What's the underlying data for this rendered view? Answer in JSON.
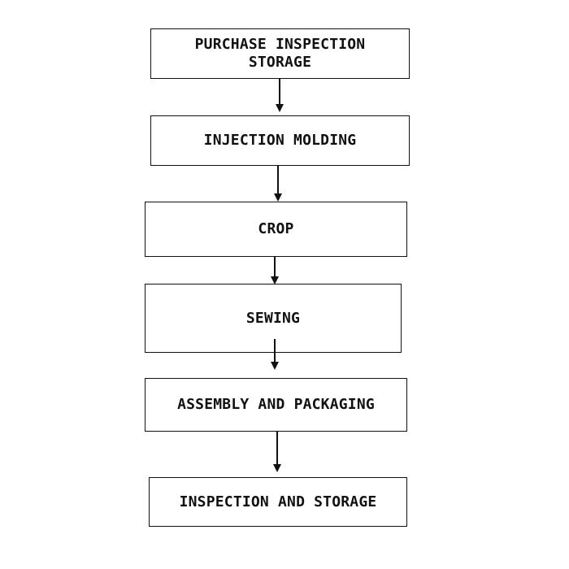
{
  "flowchart": {
    "steps": [
      {
        "lines": [
          "PURCHASE INSPECTION",
          "STORAGE"
        ]
      },
      {
        "lines": [
          "INJECTION MOLDING"
        ]
      },
      {
        "lines": [
          "CROP"
        ]
      },
      {
        "lines": [
          "SEWING"
        ]
      },
      {
        "lines": [
          "ASSEMBLY AND PACKAGING"
        ]
      },
      {
        "lines": [
          "INSPECTION AND STORAGE"
        ]
      }
    ],
    "colors": {
      "stroke": "#111111",
      "text": "#111111",
      "background": "#ffffff"
    }
  }
}
